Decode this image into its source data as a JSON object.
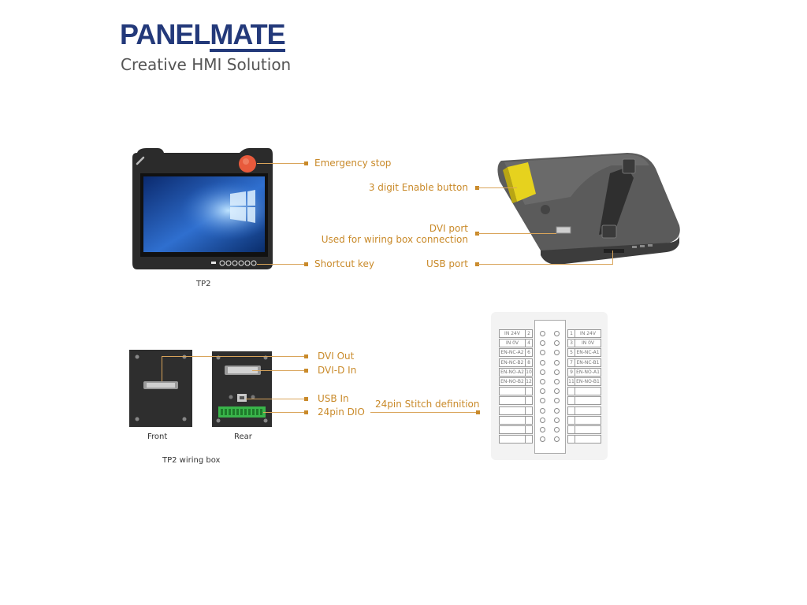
{
  "brand": {
    "panel": "PANEL",
    "mate": "MATE",
    "tagline": "Creative HMI Solution"
  },
  "colors": {
    "brand_blue": "#23397a",
    "label_orange": "#c98a2a",
    "enable_yellow": "#e6d21e",
    "estop_red": "#e85a3c"
  },
  "tp2": {
    "caption": "TP2",
    "labels": {
      "emergency_stop": "Emergency stop",
      "shortcut_key": "Shortcut key",
      "enable_button": "3 digit Enable button",
      "dvi_port": "DVI port",
      "dvi_port_desc": "Used for wiring box connection",
      "usb_port": "USB port"
    }
  },
  "wiring_box": {
    "caption": "TP2 wiring box",
    "front_caption": "Front",
    "rear_caption": "Rear",
    "labels": {
      "dvi_out": "DVI Out",
      "dvid_in": "DVI-D In",
      "usb_in": "USB In",
      "dio": "24pin DIO",
      "stitch": "24pin Stitch definition"
    }
  },
  "pinout": {
    "left": [
      {
        "sig": "IN 24V",
        "num": "2"
      },
      {
        "sig": "IN 0V",
        "num": "4"
      },
      {
        "sig": "EN-NC-A2",
        "num": "6"
      },
      {
        "sig": "EN-NC-B2",
        "num": "8"
      },
      {
        "sig": "EN-NO-A2",
        "num": "10"
      },
      {
        "sig": "EN-NO-B2",
        "num": "12"
      },
      {
        "sig": "",
        "num": ""
      },
      {
        "sig": "",
        "num": ""
      },
      {
        "sig": "",
        "num": ""
      },
      {
        "sig": "",
        "num": ""
      },
      {
        "sig": "",
        "num": ""
      },
      {
        "sig": "",
        "num": ""
      }
    ],
    "right": [
      {
        "num": "1",
        "sig": "IN 24V"
      },
      {
        "num": "3",
        "sig": "IN 0V"
      },
      {
        "num": "5",
        "sig": "EN-NC-A1"
      },
      {
        "num": "7",
        "sig": "EN-NC-B1"
      },
      {
        "num": "9",
        "sig": "EN-NO-A1"
      },
      {
        "num": "11",
        "sig": "EN-NO-B1"
      },
      {
        "num": "",
        "sig": ""
      },
      {
        "num": "",
        "sig": ""
      },
      {
        "num": "",
        "sig": ""
      },
      {
        "num": "",
        "sig": ""
      },
      {
        "num": "",
        "sig": ""
      },
      {
        "num": "",
        "sig": ""
      }
    ]
  }
}
